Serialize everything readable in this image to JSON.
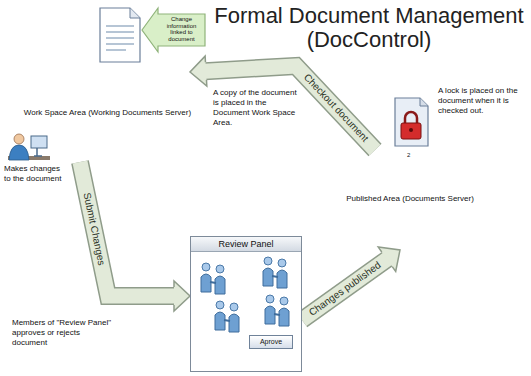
{
  "diagram": {
    "title": "Formal Document Management (DocControl)",
    "nodes": [
      {
        "text": [
          "Work Space Area (Working Documents Server)"
        ]
      },
      {
        "text": [
          "Published Area (Documents Server)"
        ]
      },
      {
        "text": [
          "Review Panel"
        ]
      },
      {
        "text": [
          "Aprove"
        ],
        "in": 2
      }
    ],
    "edges": [
      {
        "from": 1,
        "to": 0,
        "arrow": "to",
        "label": "Checkout document"
      },
      {
        "from": 0,
        "to": 2,
        "arrow": "to",
        "label": "Submit Changes"
      },
      {
        "from": 2,
        "to": 1,
        "arrow": "to",
        "label": "Changes published"
      }
    ],
    "labels": [
      "Change information linked to document",
      "A copy of the document is placed in the Document Work Space Area.",
      "A lock is placed on the document when it is checked out.",
      "2",
      "Makes changes to the document",
      "Members of \"Review Panel\" approves or rejects document"
    ]
  }
}
